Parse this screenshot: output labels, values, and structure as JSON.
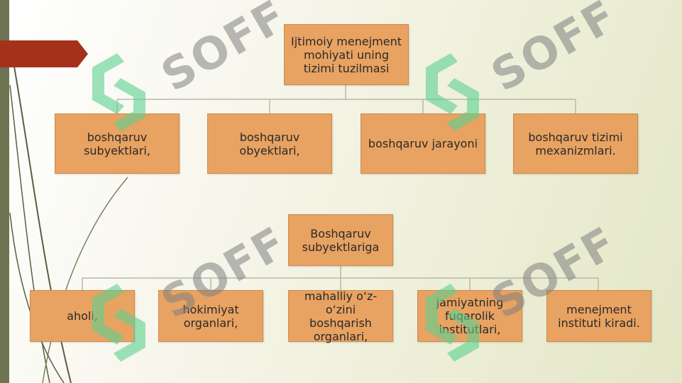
{
  "diagram": {
    "top_node": "Ijtimoiy menejment mohiyati uning tizimi tuzilmasi",
    "level1": [
      "boshqaruv subyektlari,",
      "boshqaruv obyektlari,",
      "boshqaruv jarayoni",
      "boshqaruv tizimi mexanizmlari."
    ],
    "middle_node": "Boshqaruv subyektlariga",
    "level2": [
      "aholi,",
      "hokimiyat organlari,",
      "mahalliy o‘z-o‘zini boshqarish organlari,",
      "jamiyatning fuqarolik institutlari,",
      "menejment instituti kiradi."
    ]
  },
  "watermark": {
    "text": "SOFF",
    "colors": {
      "grey": "#808080",
      "green": "#5bd18f"
    }
  },
  "colors": {
    "node_fill": "#e8a261",
    "accent_red": "#a5311a",
    "left_bar": "#6e7352",
    "connector": "#b8b8a8"
  }
}
